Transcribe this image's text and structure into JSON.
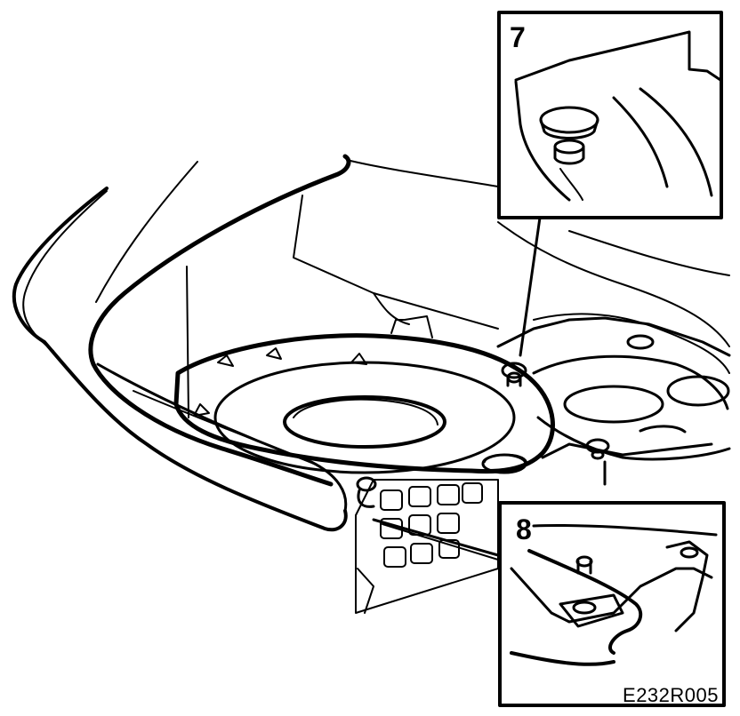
{
  "diagram": {
    "callouts": [
      {
        "label": "7"
      },
      {
        "label": "8"
      }
    ],
    "reference_code": "E232R005"
  }
}
